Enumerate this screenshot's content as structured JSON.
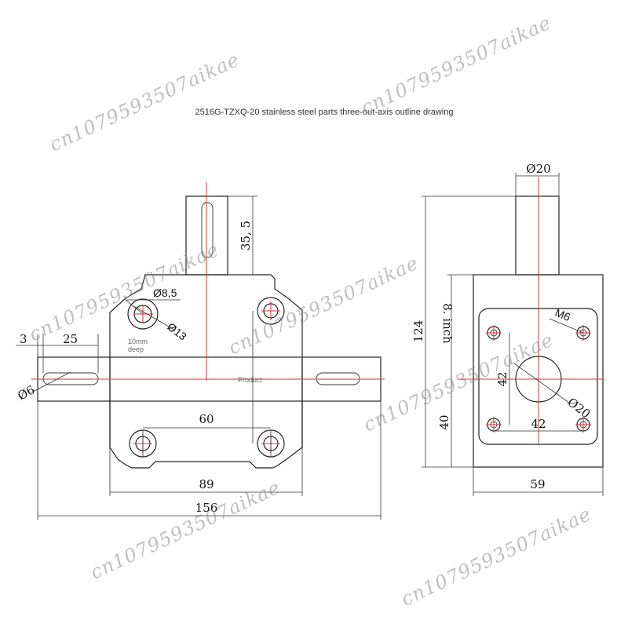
{
  "title": "2516G-TZXQ-20 stainless steel parts three-out-axis outline drawing",
  "front_view": {
    "dim_shaft_length": "35, 5",
    "dim_hole_small": "Ø8,5",
    "dim_hole_large": "Ø13",
    "depth_note_1": "10mm",
    "depth_note_2": "deep",
    "dim_offset": "3",
    "dim_side_shaft": "25",
    "dim_side_diameter": "Ø6",
    "product_label": "Product",
    "dim_hole_spacing": "60",
    "dim_body_width": "89",
    "dim_overall_width": "156"
  },
  "side_view": {
    "dim_top_shaft_diameter": "Ø20",
    "dim_overall_height": "124",
    "dim_vertical_8inch": "8. inch",
    "dim_thread": "M6",
    "dim_pattern_vertical": "42",
    "dim_pattern_horizontal": "42",
    "dim_bore": "Ø20",
    "dim_lower_height": "40",
    "dim_body_width": "59"
  },
  "watermarks": [
    "cn1079593507aikae",
    "cn1079593507aikae",
    "cn1079593507aikae",
    "cn1079593507aikae",
    "cn1079593507aikae",
    "cn1079593507aikae",
    "cn1079593507aikae"
  ]
}
